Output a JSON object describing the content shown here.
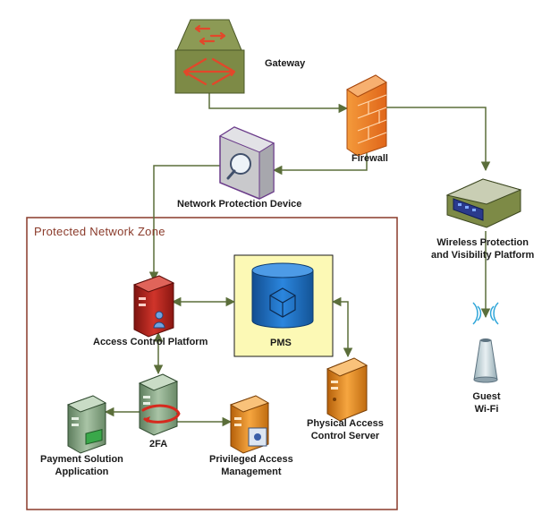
{
  "zone": {
    "title": "Protected Network Zone"
  },
  "nodes": {
    "gateway": {
      "label": "Gateway"
    },
    "firewall": {
      "label": "Firewall"
    },
    "npd": {
      "label": "Network Protection Device"
    },
    "wireless": {
      "line1": "Wireless Protection",
      "line2": "and Visibility Platform"
    },
    "guest": {
      "line1": "Guest",
      "line2": "Wi-Fi"
    },
    "acp": {
      "label": "Access Control Platform"
    },
    "pms": {
      "label": "PMS"
    },
    "pacs": {
      "line1": "Physical Access",
      "line2": "Control Server"
    },
    "tfa": {
      "label": "2FA"
    },
    "payment": {
      "line1": "Payment Solution",
      "line2": "Application"
    },
    "pam": {
      "line1": "Privileged Access",
      "line2": "Management"
    }
  },
  "colors": {
    "connector": "#5b6e3a",
    "zone_border": "#8a3a2a",
    "pms_box": "#fcf9b5",
    "gateway": "#7d8a46",
    "firewall": "#f07a1e",
    "server_red": "#b3261e",
    "server_green": "#8fae8f",
    "server_orange": "#e88b1a",
    "database": "#1f6fc2"
  }
}
